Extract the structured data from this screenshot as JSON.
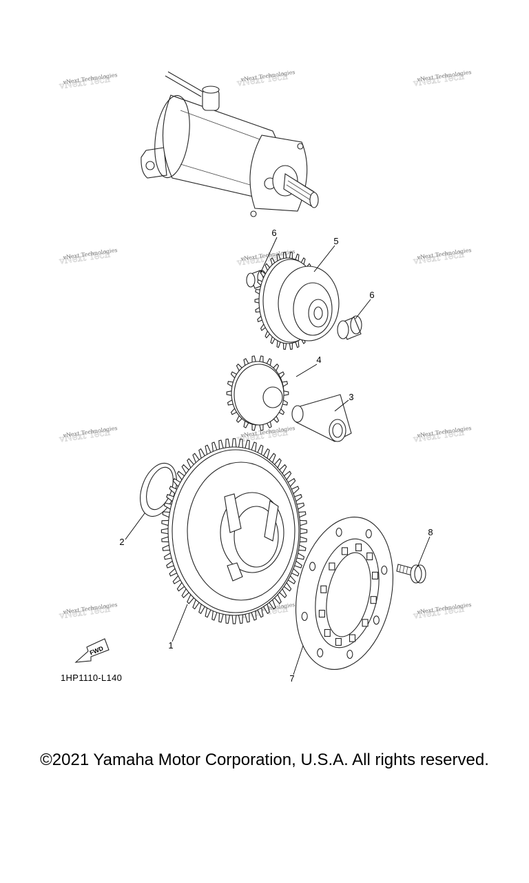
{
  "diagram": {
    "callouts": [
      {
        "id": "1",
        "label": "1"
      },
      {
        "id": "2",
        "label": "2"
      },
      {
        "id": "3",
        "label": "3"
      },
      {
        "id": "4",
        "label": "4"
      },
      {
        "id": "5",
        "label": "5"
      },
      {
        "id": "6a",
        "label": "6"
      },
      {
        "id": "6b",
        "label": "6"
      },
      {
        "id": "7",
        "label": "7"
      },
      {
        "id": "8",
        "label": "8"
      }
    ],
    "fwd_label": "FWD",
    "code": "1HP1110-L140",
    "watermark": "vNext Technologies"
  },
  "footer": {
    "copyright": "©2021 Yamaha Motor Corporation, U.S.A. All rights reserved."
  }
}
